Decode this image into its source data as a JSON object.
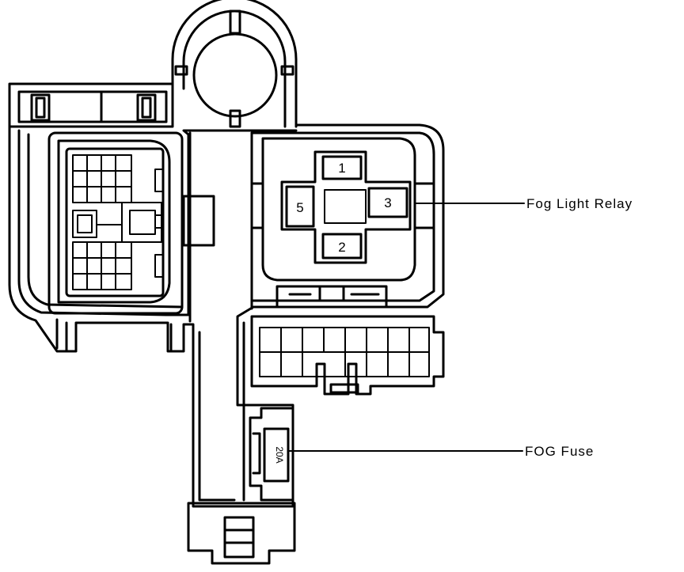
{
  "labels": {
    "fog_light_relay": "Fog Light Relay",
    "fog_fuse": "FOG Fuse"
  },
  "relay": {
    "pins": [
      "1",
      "2",
      "3",
      "5"
    ]
  },
  "fuse": {
    "rating": "20A"
  },
  "colors": {
    "line": "#000000",
    "background": "#ffffff"
  }
}
